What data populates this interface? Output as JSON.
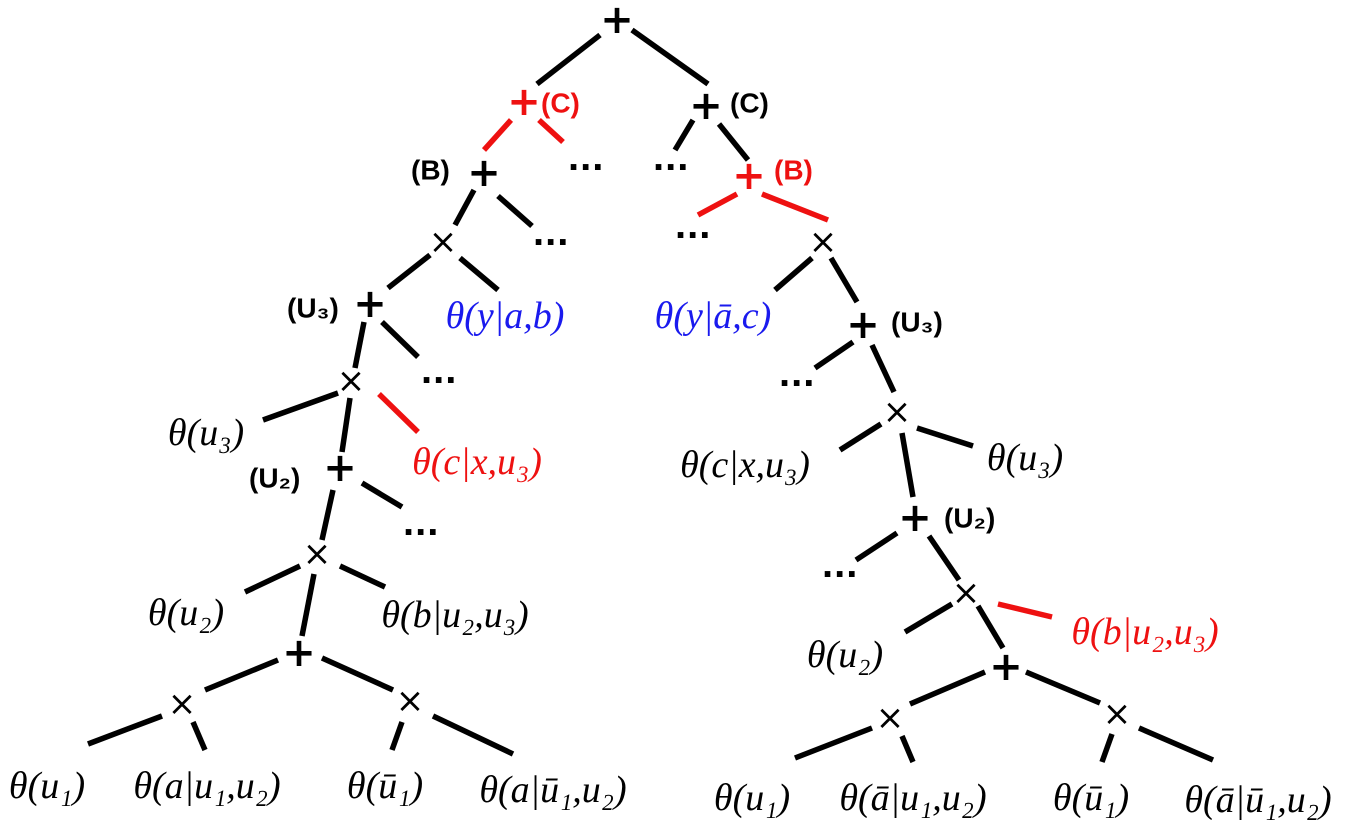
{
  "colors": {
    "default": "#000000",
    "highlight": "#ee1111",
    "param": "#1a1aee"
  },
  "plus": "+",
  "times": "×",
  "dots": "...",
  "tags": {
    "c": "(C)",
    "b": "(B)",
    "u3": "(U₃)",
    "u2": "(U₂)"
  },
  "labels": {
    "y_ab": "θ(y|a,b)",
    "y_abar_c": "θ(y|ā,c)",
    "u3": "θ(u₃)",
    "c_xu3": "θ(c|x,u₃)",
    "u2": "θ(u₂)",
    "b_u2u3": "θ(b|u₂,u₃)",
    "u1": "θ(u₁)",
    "a_u1u2": "θ(a|u₁,u₂)",
    "u1bar": "θ(ū₁)",
    "a_u1bar_u2": "θ(a|ū₁,u₂)",
    "abar_u1u2": "θ(ā|u₁,u₂)",
    "abar_u1bar_u2": "θ(ā|ū₁,u₂)"
  }
}
